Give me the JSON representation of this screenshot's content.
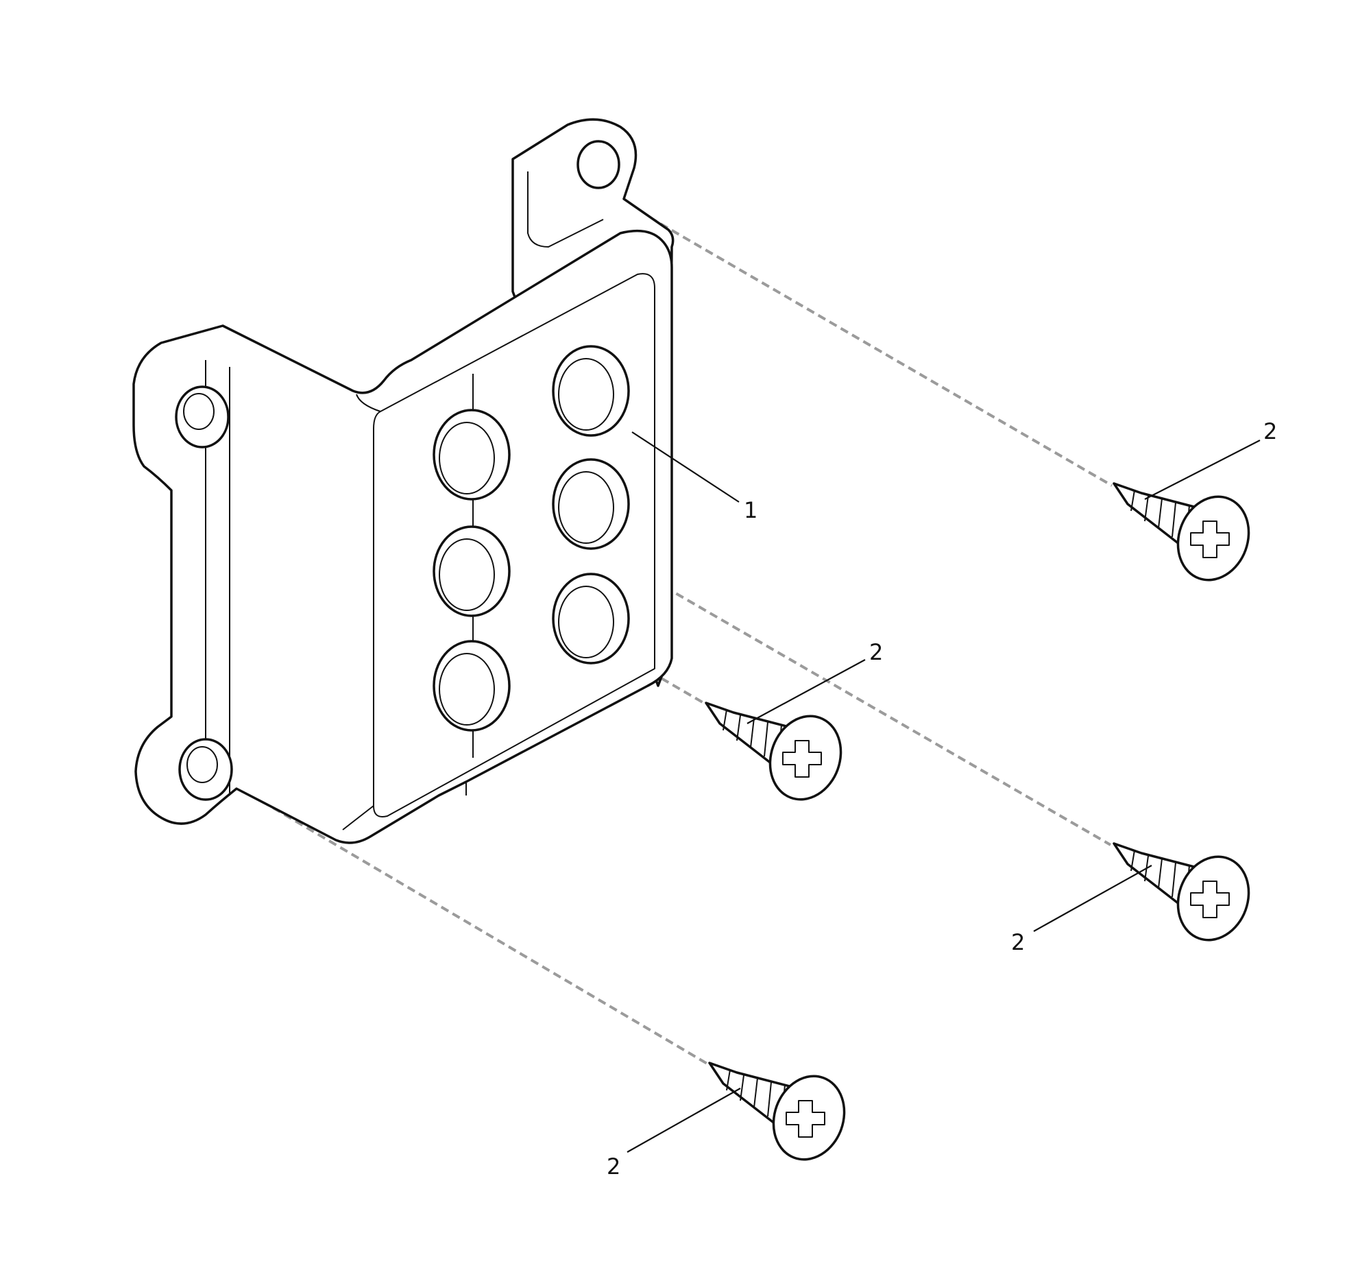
{
  "diagram": {
    "callouts": [
      {
        "id": "1",
        "text": "1"
      },
      {
        "id": "2a",
        "text": "2"
      },
      {
        "id": "2b",
        "text": "2"
      },
      {
        "id": "2c",
        "text": "2"
      },
      {
        "id": "2d",
        "text": "2"
      }
    ],
    "line_color": "#111111",
    "dash_color": "#9b9b9b"
  }
}
